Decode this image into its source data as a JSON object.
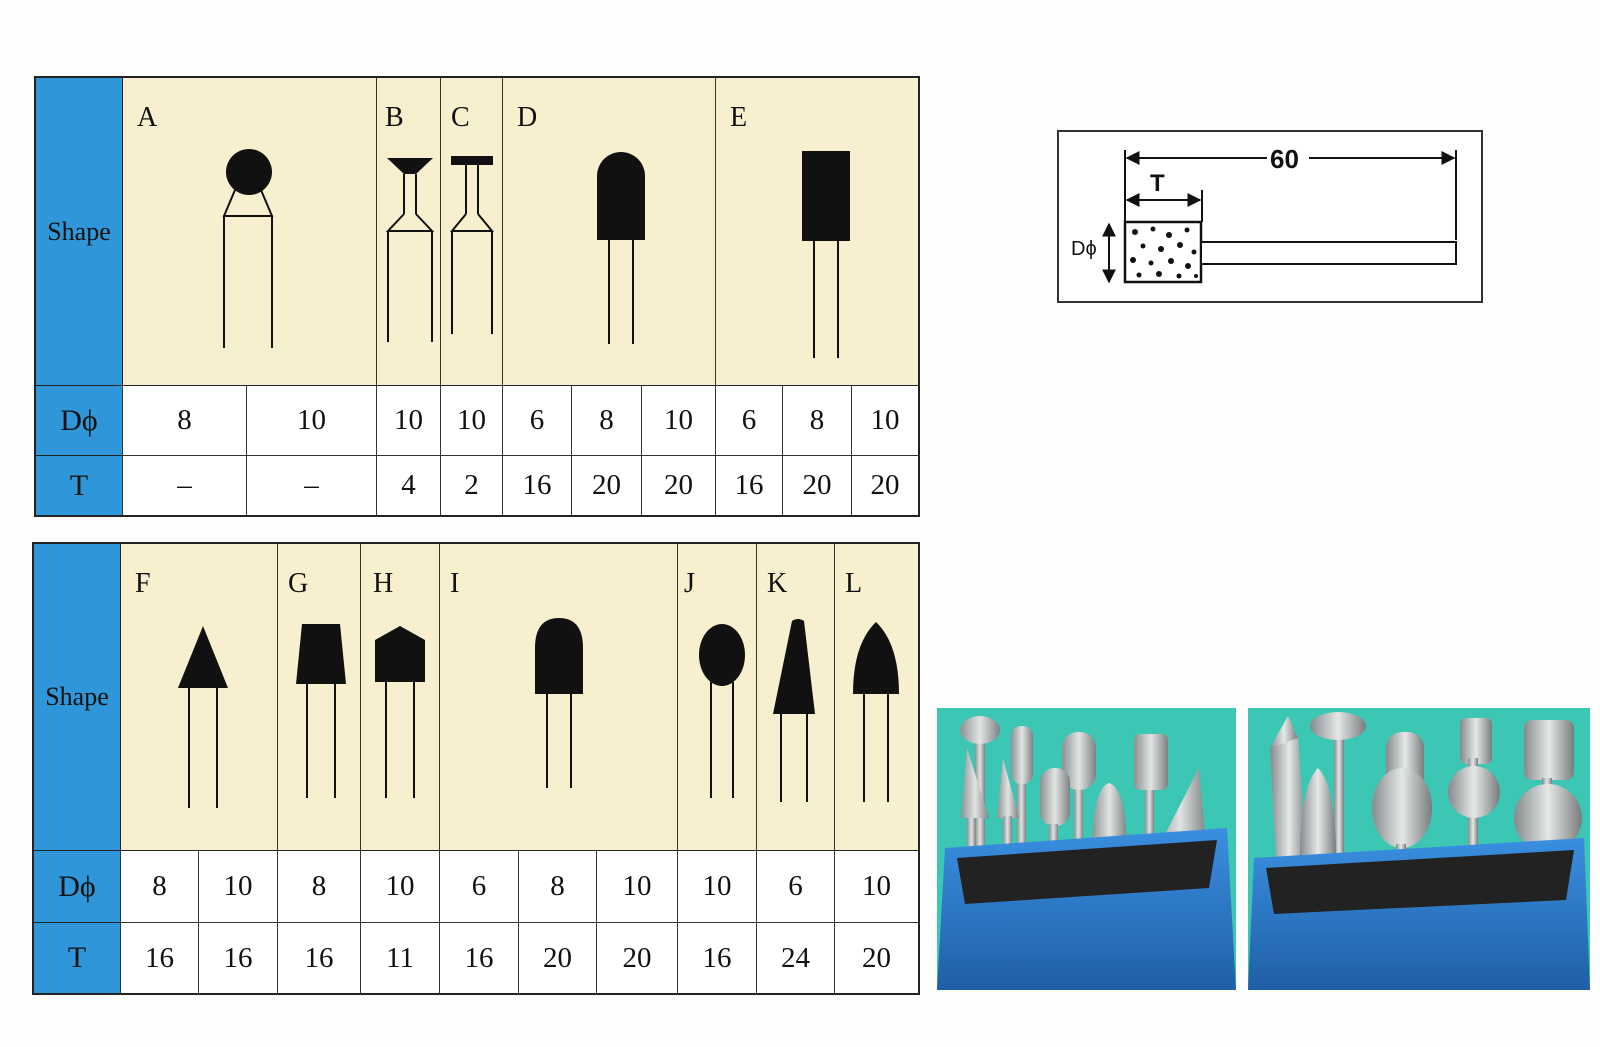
{
  "table1": {
    "shape_label": "Shape",
    "d_label": "Dϕ",
    "t_label": "T",
    "groups": [
      "A",
      "B",
      "C",
      "D",
      "E"
    ],
    "d_values": [
      "8",
      "10",
      "10",
      "10",
      "6",
      "8",
      "10",
      "6",
      "8",
      "10"
    ],
    "t_values": [
      "–",
      "–",
      "4",
      "2",
      "16",
      "20",
      "20",
      "16",
      "20",
      "20"
    ]
  },
  "table2": {
    "shape_label": "Shape",
    "d_label": "Dϕ",
    "t_label": "T",
    "groups": [
      "F",
      "G",
      "H",
      "I",
      "J",
      "K",
      "L"
    ],
    "d_values": [
      "8",
      "10",
      "8",
      "10",
      "6",
      "8",
      "10",
      "10",
      "6",
      "10"
    ],
    "t_values": [
      "16",
      "16",
      "16",
      "11",
      "16",
      "20",
      "20",
      "16",
      "24",
      "20"
    ]
  },
  "dimension_diagram": {
    "length": "60",
    "thickness": "T",
    "diameter": "Dϕ"
  },
  "colors": {
    "header_blue": "#2f97d9",
    "shape_bg": "#f7efce",
    "photo_teal": "#3cc6b4",
    "case_blue": "#2a79c8"
  }
}
